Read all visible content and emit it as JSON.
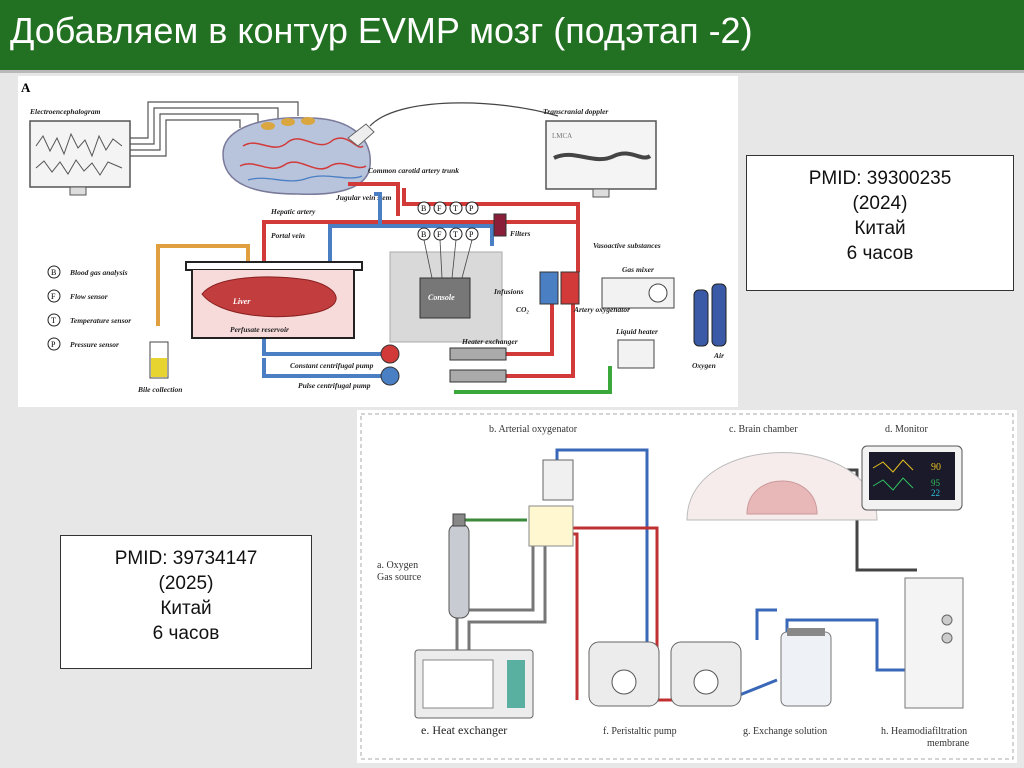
{
  "slide": {
    "title": "Добавляем в контур EVMP мозг (подэтап -2)"
  },
  "figure_a": {
    "panel_letter": "A",
    "labels": {
      "eeg": "Electroencephalogram",
      "tcd": "Transcranial doppler",
      "lmca": "LMCA",
      "carotid": "Common carotid artery trunk",
      "jugular": "Jugular vein stem",
      "hepatic": "Hepatic artery",
      "portal": "Portal vein",
      "liver": "Liver",
      "perfusate": "Perfusate reservoir",
      "console": "Console",
      "filters": "Filters",
      "infusions": "Infusions",
      "co2": "CO₂",
      "oxygenator": "Artery oxygenator",
      "vasoactive": "Vasoactive substances",
      "gas_mixer": "Gas mixer",
      "air": "Air",
      "oxygen": "Oxygen",
      "liquid_heater": "Liquid heater",
      "heater_exchanger": "Heater exchanger",
      "const_pump": "Constant centrifugal pump",
      "pulse_pump": "Pulse centrifugal pump",
      "bile": "Bile collection",
      "sensor_letters": [
        "B",
        "F",
        "T",
        "P"
      ]
    },
    "legend": [
      {
        "letter": "B",
        "label": "Blood gas analysis"
      },
      {
        "letter": "F",
        "label": "Flow sensor"
      },
      {
        "letter": "T",
        "label": "Temperature sensor"
      },
      {
        "letter": "P",
        "label": "Pressure sensor"
      }
    ]
  },
  "figure_b": {
    "labels": {
      "oxygenator": "b. Arterial oxygenator",
      "brain_chamber": "c. Brain chamber",
      "monitor": "d. Monitor",
      "oxygen_source_1": "a. Oxygen",
      "oxygen_source_2": "Gas source",
      "heat_exchanger": "e. Heat exchanger",
      "peristaltic": "f. Peristaltic pump",
      "exchange_solution": "g. Exchange solution",
      "hemodiafiltration_1": "h. Heamodiafiltration",
      "hemodiafiltration_2": "membrane"
    },
    "monitor_values": [
      "90",
      "95",
      "22"
    ]
  },
  "info_boxes": [
    {
      "pmid": "PMID: 39300235",
      "year": "(2024)",
      "country": "Китай",
      "duration": "6 часов"
    },
    {
      "pmid": "PMID: 39734147",
      "year": "(2025)",
      "country": "Китай",
      "duration": "6 часов"
    }
  ],
  "colors": {
    "title_bar": "#227021",
    "artery_red": "#d23a3a",
    "vein_blue": "#4a7fc4",
    "green_line": "#3aa83a",
    "orange_line": "#e0a040"
  }
}
